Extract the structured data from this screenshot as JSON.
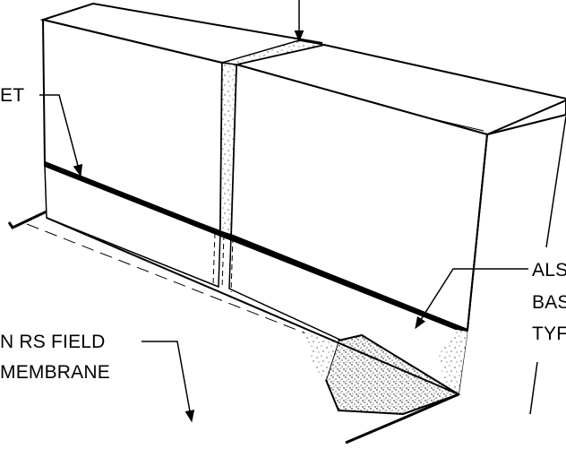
{
  "labels": {
    "top_left": "ET",
    "right_line1": "ALS",
    "right_line2": "BAS",
    "right_line3": "TYF",
    "bottom_line1": "N RS FIELD",
    "bottom_line2": "MEMBRANE"
  },
  "colors": {
    "ink": "#000000",
    "paper": "#ffffff",
    "stipple": "#000000"
  }
}
